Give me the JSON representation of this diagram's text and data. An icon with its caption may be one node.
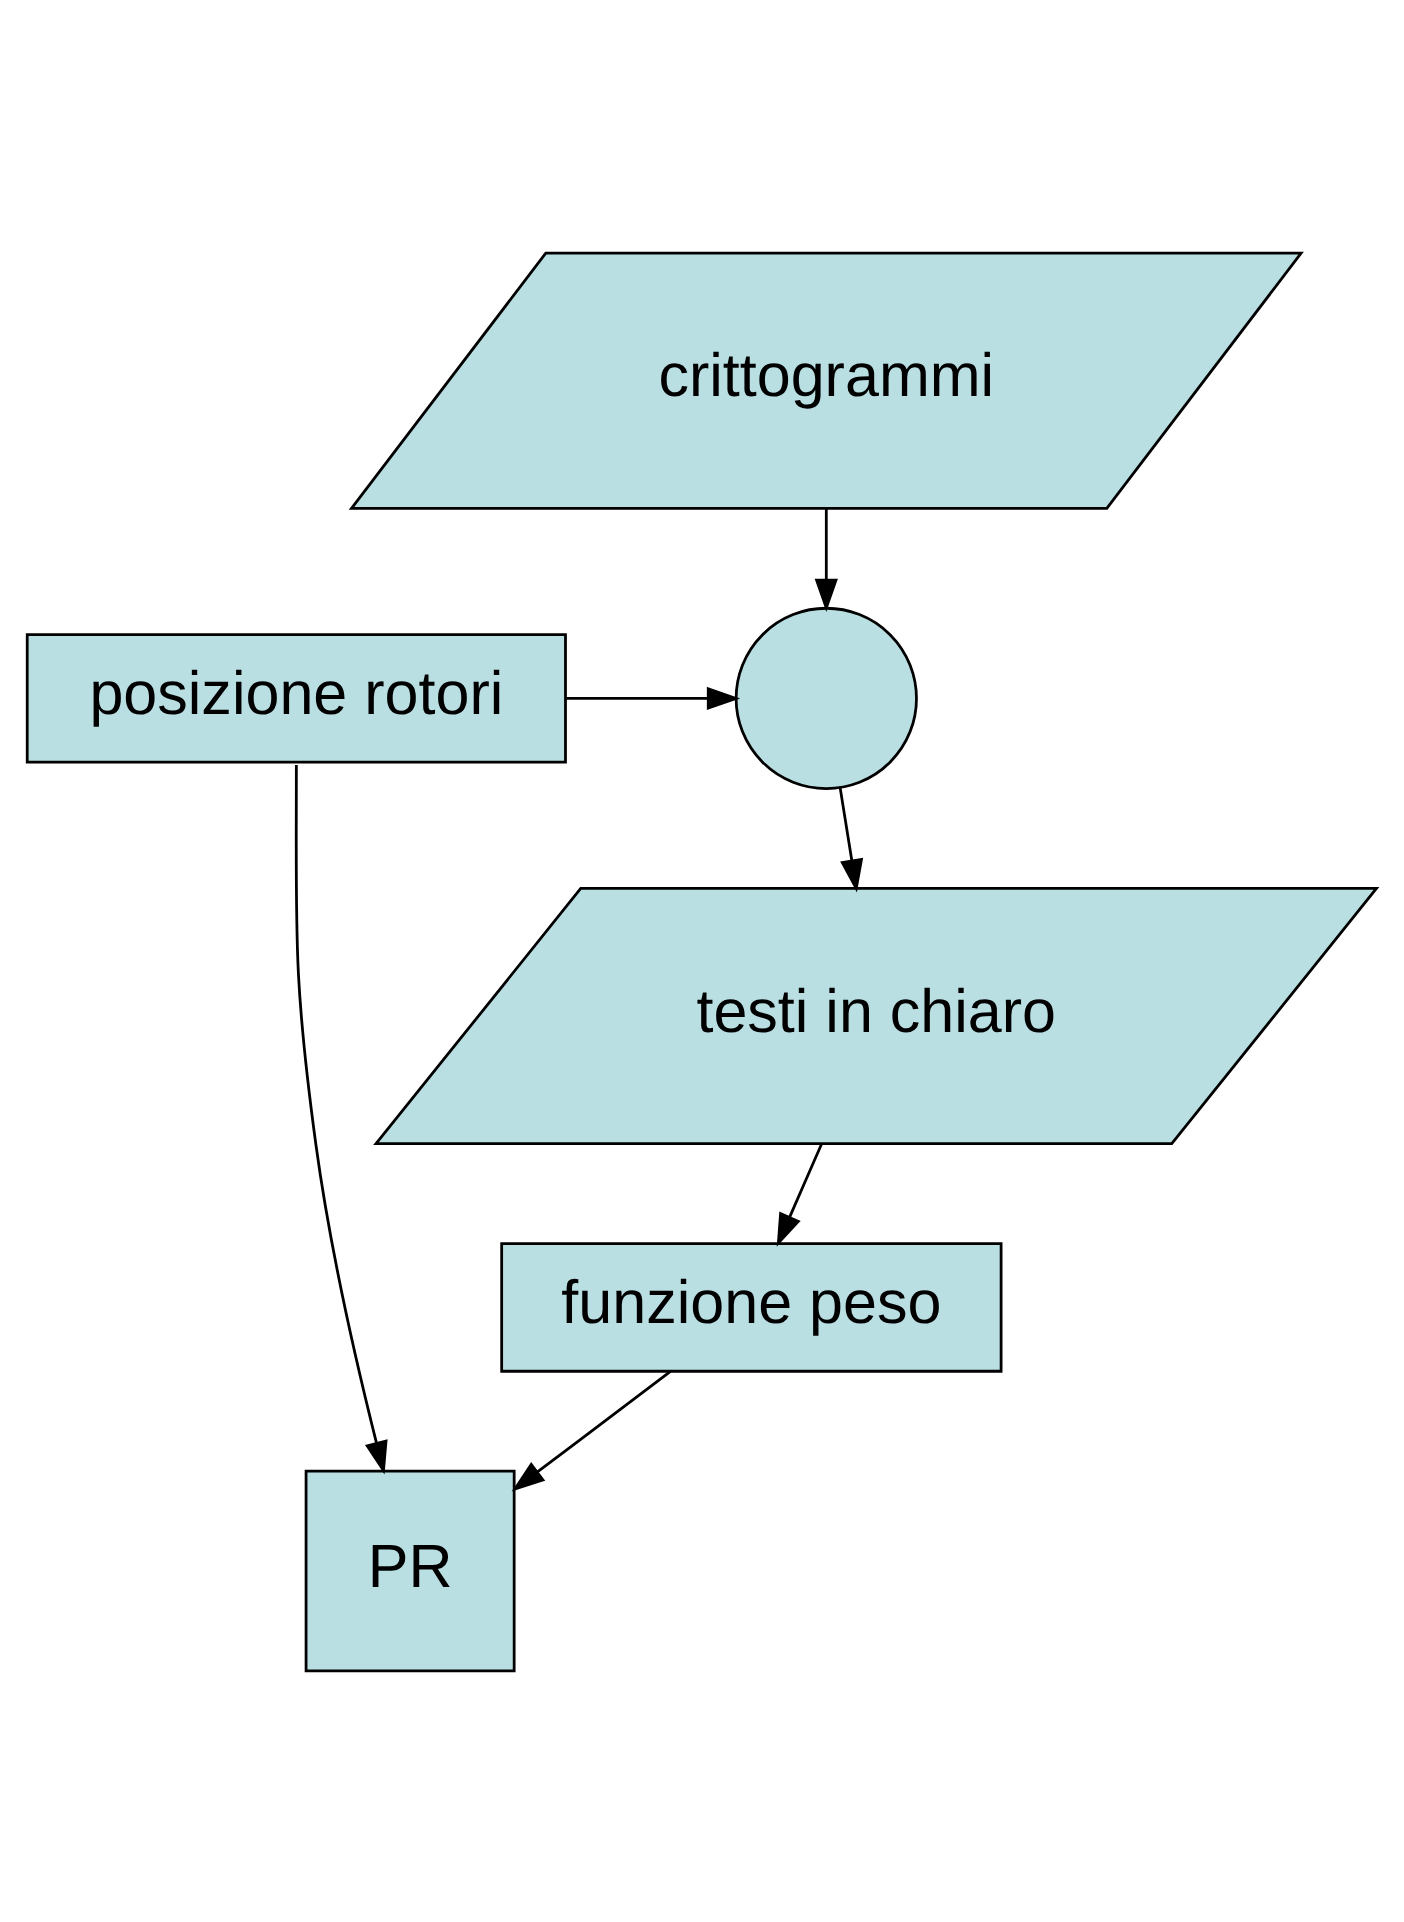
{
  "diagram": {
    "nodes": [
      {
        "text": [
          "crittogrammi"
        ]
      },
      {
        "text": [
          "posizione rotori"
        ]
      },
      {
        "text": [],
        "shape": "circle"
      },
      {
        "text": [
          "testi in chiaro"
        ]
      },
      {
        "text": [
          "funzione peso"
        ]
      },
      {
        "text": [
          "PR"
        ]
      }
    ],
    "edges": [
      {
        "from": 0,
        "to": 2,
        "arrow": "to"
      },
      {
        "from": 1,
        "to": 2,
        "arrow": "to"
      },
      {
        "from": 2,
        "to": 3,
        "arrow": "to"
      },
      {
        "from": 3,
        "to": 4,
        "arrow": "to"
      },
      {
        "from": 4,
        "to": 5,
        "arrow": "to"
      },
      {
        "from": 1,
        "to": 5,
        "arrow": "to"
      }
    ]
  }
}
